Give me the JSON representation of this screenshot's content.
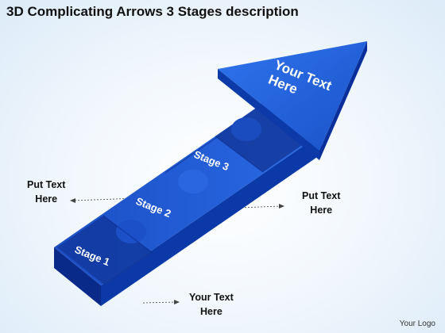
{
  "title": "3D Complicating Arrows 3 Stages description",
  "arrow": {
    "head_text": [
      "Your Text",
      "Here"
    ],
    "stages": [
      "Stage 1",
      "Stage 2",
      "Stage 3"
    ]
  },
  "callouts": {
    "left": [
      "Put Text",
      "Here"
    ],
    "right": [
      "Put Text",
      "Here"
    ],
    "bottom": [
      "Your Text",
      "Here"
    ]
  },
  "logo": "Your Logo",
  "colors": {
    "arrow_main": "#1f5fd6",
    "arrow_dark": "#0a2a8a",
    "arrow_side": "#0b3aa8",
    "stage_alt": "#0f3fa8",
    "text_dark": "#111111"
  }
}
